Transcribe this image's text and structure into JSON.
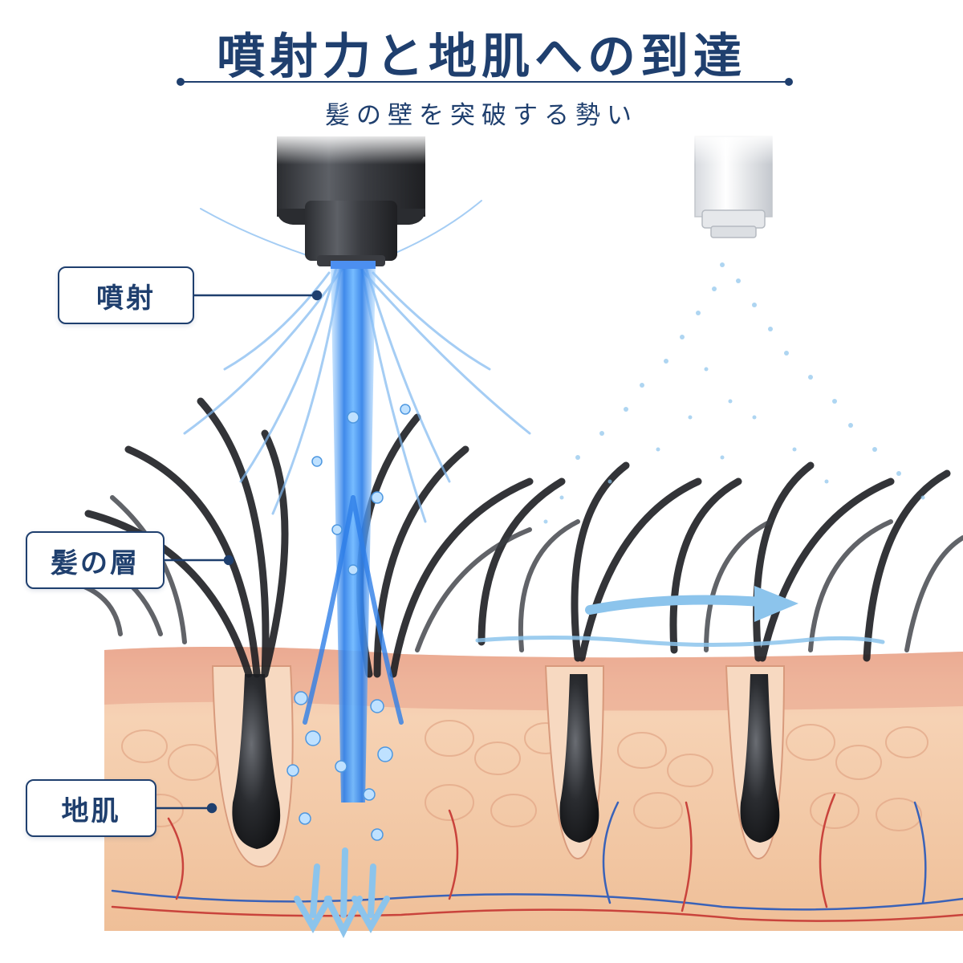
{
  "title": "噴射力と地肌への到達",
  "subtitle": "髪の壁を突破する勢い",
  "labels": {
    "spray": "噴射",
    "hair_layer": "髪の層",
    "scalp": "地肌"
  },
  "colors": {
    "navy": "#1f3f6e",
    "jet_blue": "#2f7fe8",
    "mist_blue": "#8cc4ec",
    "hair": "#1d1f23",
    "skin": "#f2c7a3",
    "skin_top": "#e9a58e",
    "vein_red": "#c9433c",
    "vein_blue": "#3a62b8"
  },
  "icons": {
    "left_nozzle": "powerful-jet-nozzle-icon",
    "right_nozzle": "mist-spray-nozzle-icon",
    "flow_arrow": "right-arrow-icon",
    "down_arrows": "down-arrow-icon"
  }
}
